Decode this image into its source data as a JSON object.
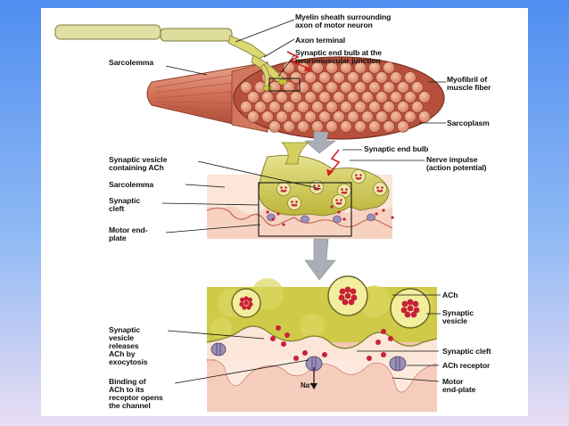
{
  "labels": {
    "myelin": "Myelin sheath surrounding\naxon of motor neuron",
    "axon_terminal": "Axon terminal",
    "synaptic_end_bulb_nmj": "Synaptic end bulb at the\nneuromuscular junction",
    "sarcolemma_top": "Sarcolemma",
    "myofibril": "Myofibril of\nmuscle fiber",
    "sarcoplasm": "Sarcoplasm",
    "synaptic_end_bulb": "Synaptic end bulb",
    "synaptic_vesicle_ach": "Synaptic vesicle\ncontaining ACh",
    "nerve_impulse": "Nerve impulse\n(action potential)",
    "sarcolemma_mid": "Sarcolemma",
    "synaptic_cleft_mid": "Synaptic\ncleft",
    "motor_end_plate_mid": "Motor end-\nplate",
    "ach": "ACh",
    "synaptic_vesicle": "Synaptic\nvesicle",
    "vesicle_releases": "Synaptic\nvesicle\nreleases\nACh by\nexocytosis",
    "synaptic_cleft_bottom": "Synaptic cleft",
    "ach_receptor": "ACh receptor",
    "binding": "Binding of\nACh to its\nreceptor opens\nthe channel",
    "motor_end_plate_bottom": "Motor\nend-plate",
    "na": "Na⁺"
  },
  "colors": {
    "muscle": "#c8624a",
    "muscle_light": "#e9a48e",
    "terminal": "#d8d46a",
    "bulb": "#c8c23a",
    "cleft": "#fbe6d8",
    "end_plate": "#f2c6b4",
    "vesicle_dot": "#c8203a",
    "arrow_gray": "#a9aeb6",
    "nerve_impulse": "#d42020",
    "background_top": "#4f8ef0",
    "background_bottom": "#e9ddf3"
  }
}
